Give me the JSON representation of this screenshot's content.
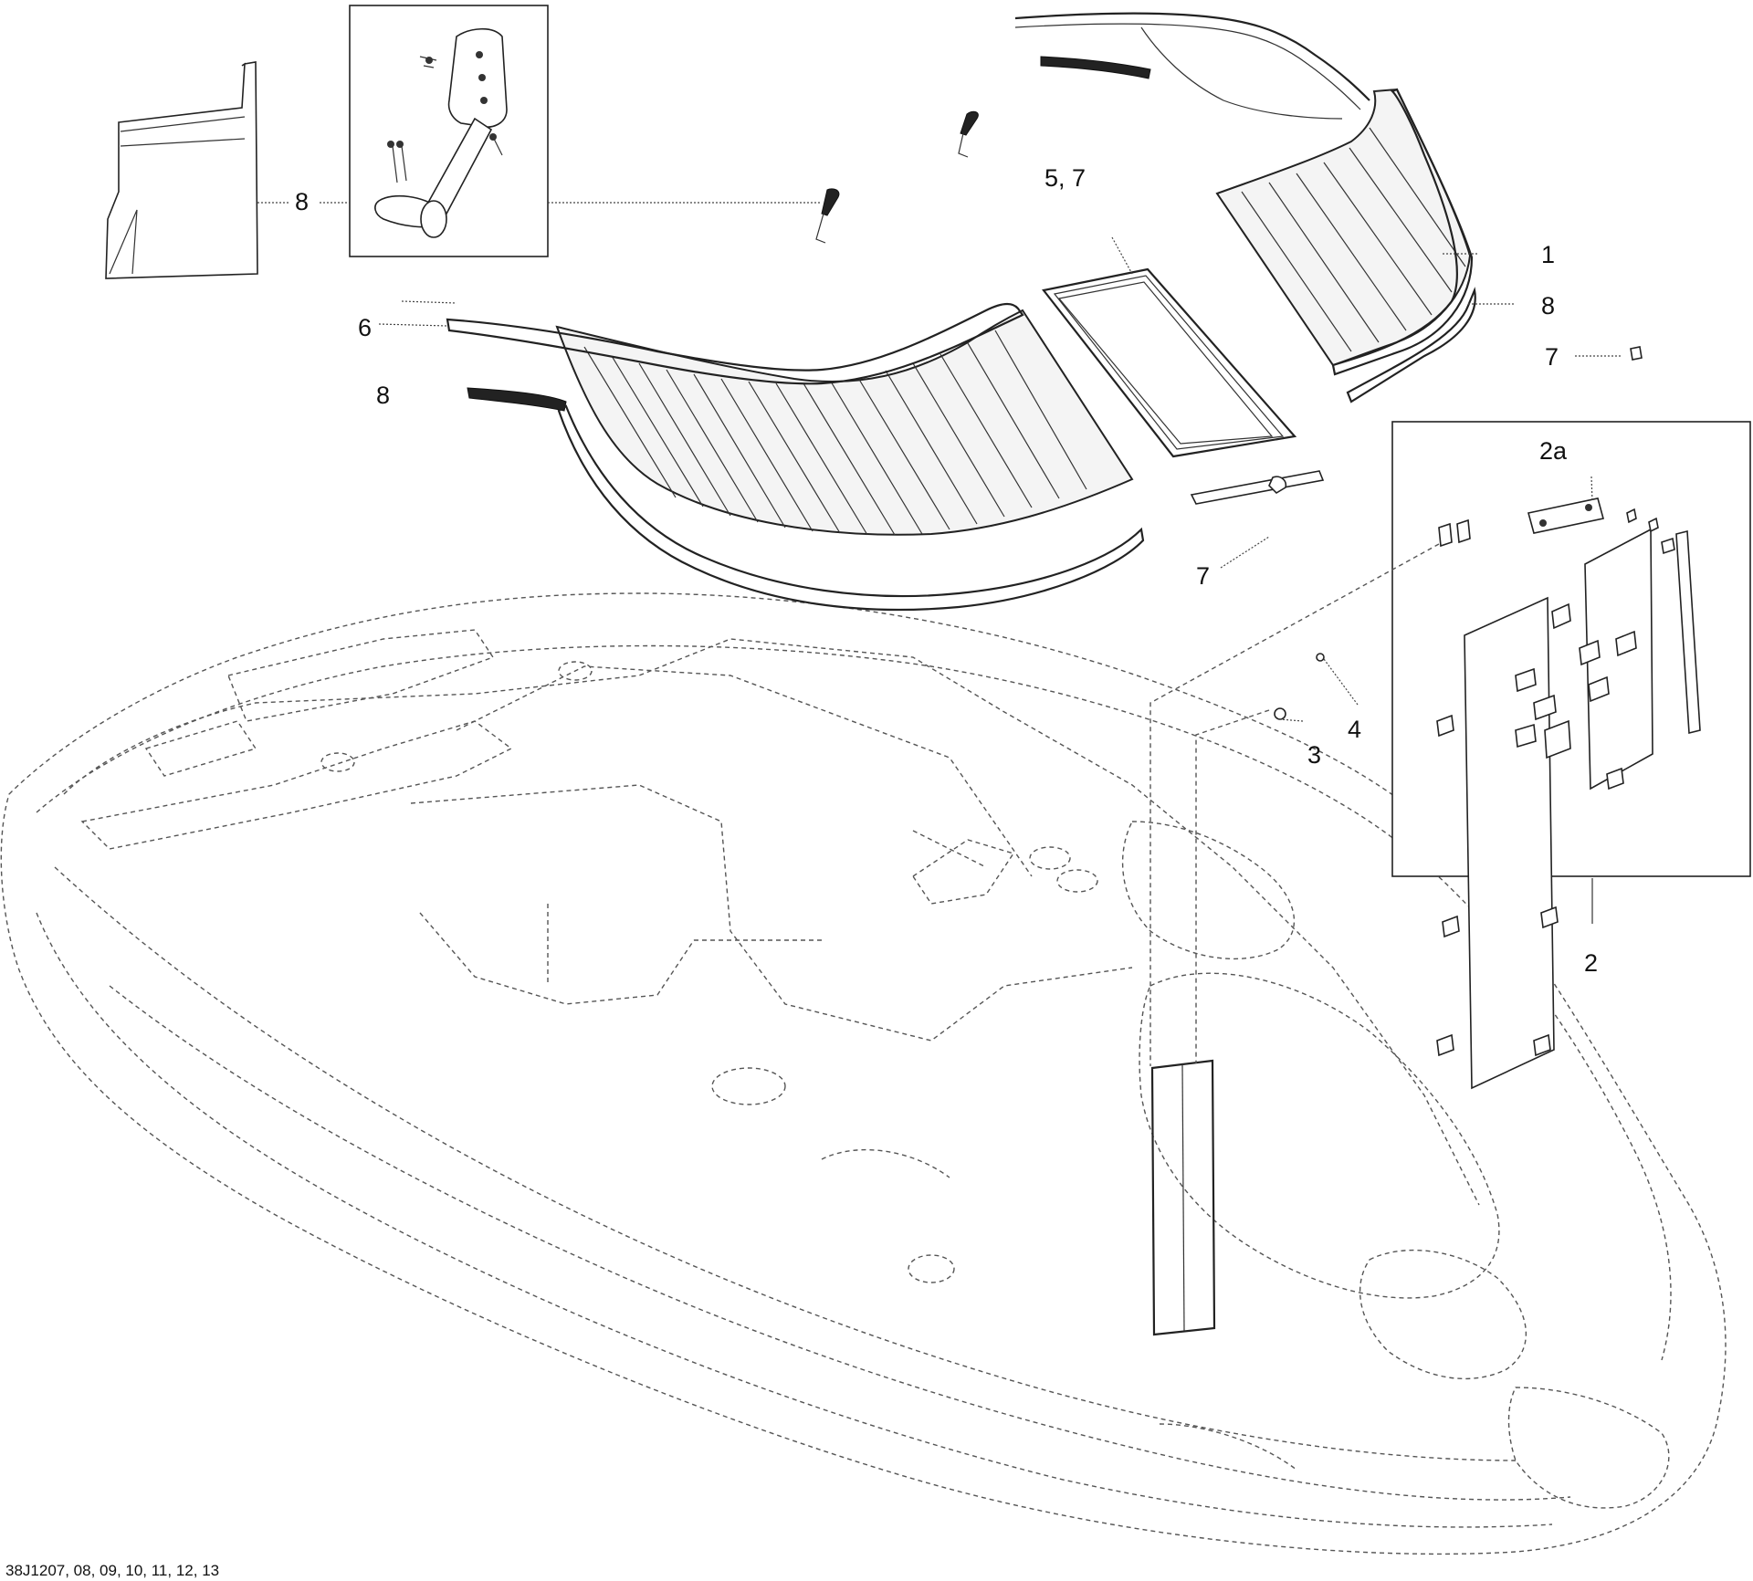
{
  "diagram": {
    "callouts": {
      "c1": "1",
      "c2": "2",
      "c2a": "2a",
      "c3": "3",
      "c4": "4",
      "c57": "5, 7",
      "c6": "6",
      "c7_right": "7",
      "c7_mid": "7",
      "c8_bag": "8",
      "c8_right": "8",
      "c8_left": "8"
    },
    "drawing_code": "38J1207, 08, 09, 10, 11, 12, 13"
  }
}
